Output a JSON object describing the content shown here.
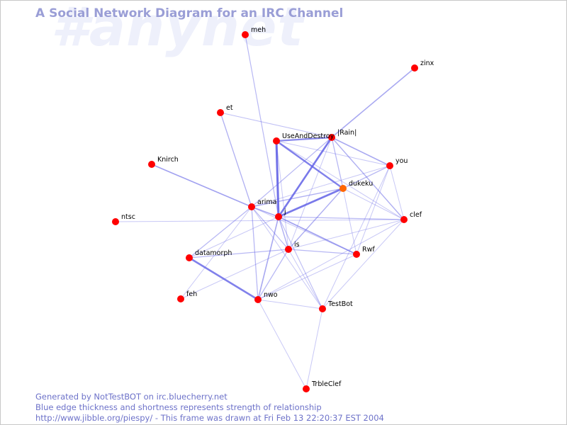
{
  "watermark": "#anynet",
  "title": "A Social Network Diagram for an IRC Channel",
  "colors": {
    "node": "#ff0000",
    "node_highlight": "#ff6600",
    "edge": "#6262e6",
    "title": "#9a9ed6",
    "footer": "#6d72c9"
  },
  "nodes": [
    {
      "id": "meh",
      "label": "meh"
    },
    {
      "id": "zinx",
      "label": "zinx"
    },
    {
      "id": "et",
      "label": "et"
    },
    {
      "id": "rain",
      "label": "|Rain|"
    },
    {
      "id": "useanddestroy",
      "label": "UseAndDestroy"
    },
    {
      "id": "you",
      "label": "you"
    },
    {
      "id": "knirch",
      "label": "Knirch"
    },
    {
      "id": "dukeku",
      "label": "dukeku"
    },
    {
      "id": "arima",
      "label": "arima"
    },
    {
      "id": "j",
      "label": "j"
    },
    {
      "id": "clef",
      "label": "clef"
    },
    {
      "id": "ntsc",
      "label": "ntsc"
    },
    {
      "id": "is",
      "label": "is"
    },
    {
      "id": "rwf",
      "label": "Rwf"
    },
    {
      "id": "datamorph",
      "label": "datamorph"
    },
    {
      "id": "feh",
      "label": "feh"
    },
    {
      "id": "nwo",
      "label": "nwo"
    },
    {
      "id": "testbot",
      "label": "TestBot"
    },
    {
      "id": "trbleclef",
      "label": "TrbleClef"
    }
  ],
  "footer": {
    "line1": "Generated by NotTestBOT on irc.bluecherry.net",
    "line2": "Blue edge thickness and shortness represents strength of relationship",
    "line3": "http://www.jibble.org/piespy/ - This frame was drawn at Fri Feb 13 22:20:37 EST 2004"
  }
}
